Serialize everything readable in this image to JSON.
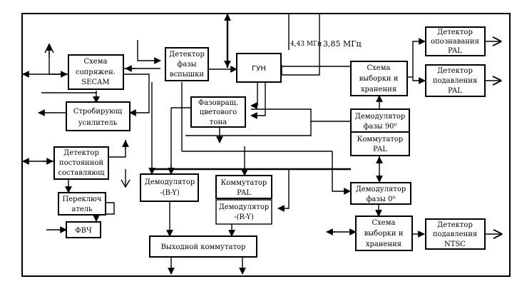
{
  "blocks": {
    "secam": [
      "Схема",
      "сопряжен.",
      "SECAM"
    ],
    "burst_detector": [
      "Детектор",
      "фазы",
      "вспышки"
    ],
    "vco": [
      "ГУН"
    ],
    "strobe_amp": [
      "Стробирующ",
      "усилитель"
    ],
    "phase_shifter": [
      "Фазовращ.",
      "цветового",
      "тона"
    ],
    "sample_hold_top": [
      "Схема",
      "выборки и",
      "хранения"
    ],
    "pal_ident": [
      "Детектор",
      "опознавания",
      "PAL"
    ],
    "pal_suppress": [
      "Детектор",
      "подавления",
      "PAL"
    ],
    "demod_90": [
      "Демодулятор",
      "фазы 90⁰"
    ],
    "switch_pal_right": [
      "Коммутатор",
      "PAL"
    ],
    "dc_detector": [
      "Детектор",
      "постоянной",
      "составляющ"
    ],
    "switch": [
      "Переключ",
      "атель"
    ],
    "fvch": [
      "ФВЧ"
    ],
    "demod_by": [
      "Демодулятор",
      "-(B-Y)"
    ],
    "switch_pal_mid": [
      "Коммутатор",
      "PAL"
    ],
    "demod_ry": [
      "Демодулятор",
      "-(R-Y)"
    ],
    "demod_0": [
      "Демодулятор",
      "фазы 0⁰"
    ],
    "sample_hold_bottom": [
      "Схема",
      "выборки и",
      "хранения"
    ],
    "ntsc_suppress": [
      "Детектор",
      "подавления",
      "NTSC"
    ],
    "output_switch": [
      "Выходной коммутатор"
    ]
  },
  "frequencies": {
    "f1": "4,43 МГц",
    "f2": "3,85 МГц"
  }
}
